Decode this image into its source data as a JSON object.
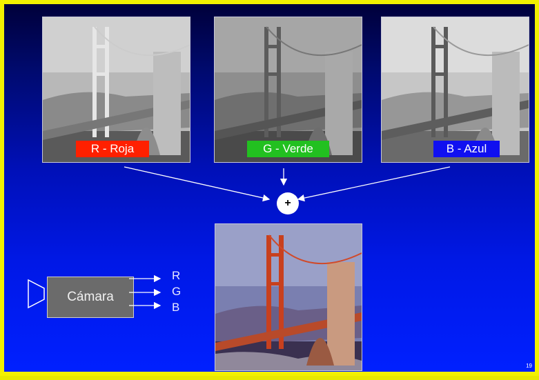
{
  "channels": [
    {
      "label": "R - Roja",
      "color": "#ff2000"
    },
    {
      "label": "G - Verde",
      "color": "#22c020"
    },
    {
      "label": "B - Azul",
      "color": "#1010f0"
    }
  ],
  "combine_symbol": "+",
  "camera": {
    "label": "Cámara",
    "outputs": [
      "R",
      "G",
      "B"
    ]
  },
  "page_number": "19",
  "colors": {
    "border": "#f3f000",
    "background_top": "#00003a",
    "background_bottom": "#0020ff",
    "arrow": "#ffffff"
  },
  "icons": {
    "photos": "golden-gate-bridge-photo",
    "camera": "camera-lens-icon"
  }
}
